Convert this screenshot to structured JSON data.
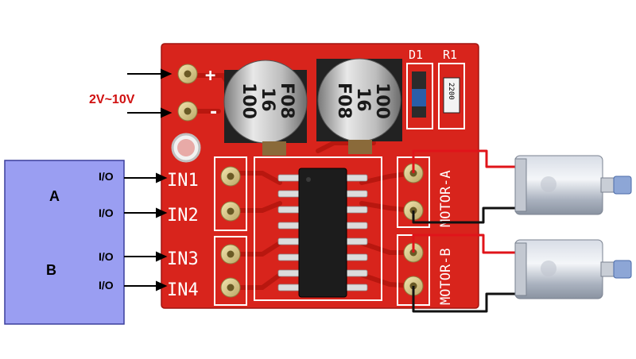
{
  "voltage_label": "2V~10V",
  "terminals": {
    "plus": "+",
    "minus": "-"
  },
  "controller": {
    "label_a": "A",
    "label_b": "B",
    "io_labels": [
      "I/O",
      "I/O",
      "I/O",
      "I/O"
    ]
  },
  "board": {
    "inputs": [
      "IN1",
      "IN2",
      "IN3",
      "IN4"
    ],
    "motor_a_label": "MOTOR-A",
    "motor_b_label": "MOTOR-B",
    "d1": "D1",
    "r1": "R1",
    "resistor_code": "2200",
    "capacitor_1": [
      "100",
      "16",
      "F08"
    ],
    "capacitor_2": [
      "100",
      "16",
      "F08"
    ]
  },
  "colors": {
    "board_red": "#d8241c",
    "controller_fill": "#9a9ef2",
    "wire_red": "#e0141a",
    "wire_black": "#111111",
    "voltage_text": "#d01010"
  }
}
